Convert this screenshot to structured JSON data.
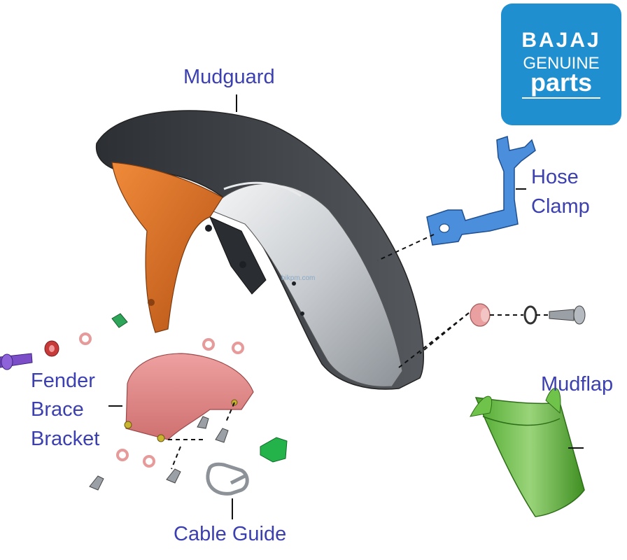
{
  "logo": {
    "brand": "BAJAJ",
    "genuine": "GENUINE",
    "parts": "parts"
  },
  "watermark": "bikpm.com",
  "labels": {
    "mudguard": "Mudguard",
    "hose_clamp_line1": "Hose",
    "hose_clamp_line2": "Clamp",
    "fender_line1": "Fender",
    "fender_line2": "Brace",
    "fender_line3": "Bracket",
    "mudflap": "Mudflap",
    "cable_guide": "Cable Guide"
  },
  "colors": {
    "label_text": "#3b3fb0",
    "logo_bg": "#1f8fd0",
    "mudguard_dark": "#3c4045",
    "mudguard_silver": "#c8ccd0",
    "orange_brace": "#d8691e",
    "blue_clamp": "#3d7fd0",
    "pink_bracket": "#e08a8a",
    "green_flap": "#6fc24a",
    "purple_bolt": "#7b4ec8"
  }
}
